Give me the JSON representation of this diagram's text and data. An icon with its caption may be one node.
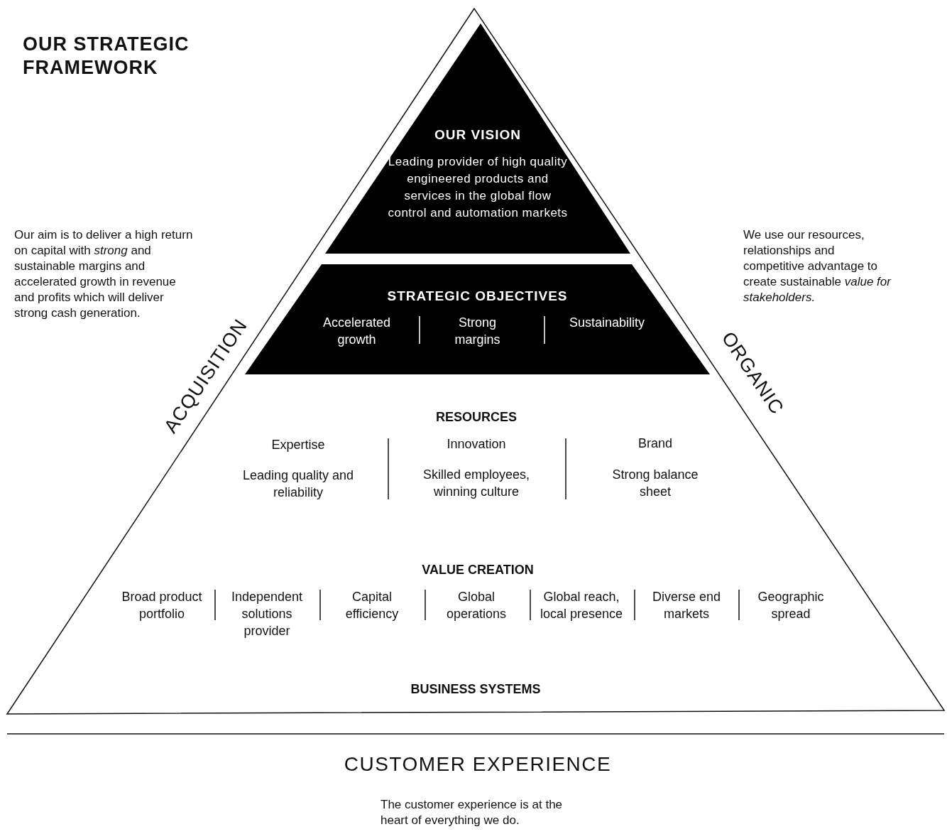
{
  "diagram": {
    "title": "OUR STRATEGIC FRAMEWORK",
    "nodes": [
      {
        "text": [
          "BUSINESS SYSTEMS"
        ]
      },
      {
        "text": [
          "OUR VISION",
          "Leading provider of high quality engineered products and services in the global flow control and automation markets"
        ],
        "in": 0
      },
      {
        "text": [
          "STRATEGIC OBJECTIVES",
          "Accelerated growth",
          "Strong margins",
          "Sustainability"
        ],
        "in": 0
      }
    ],
    "labels": [
      "Our aim is to deliver a high return on capital with *strong* and sustainable margins and accelerated growth in revenue and profits which will deliver strong cash generation.",
      "We use our resources, relationships and competitive advantage to create sustainable *value for stakeholders.*",
      "ACQUISITION",
      "ORGANIC",
      "RESOURCES",
      "Expertise",
      "Innovation",
      "Brand",
      "Leading quality and reliability",
      "Skilled employees, winning culture",
      "Strong balance sheet",
      "VALUE CREATION",
      "Broad product portfolio",
      "Independent solutions provider",
      "Capital efficiency",
      "Global operations",
      "Global reach, local presence",
      "Diverse end markets",
      "Geographic spread",
      "CUSTOMER EXPERIENCE",
      "The customer experience is at the heart of everything we do."
    ]
  }
}
